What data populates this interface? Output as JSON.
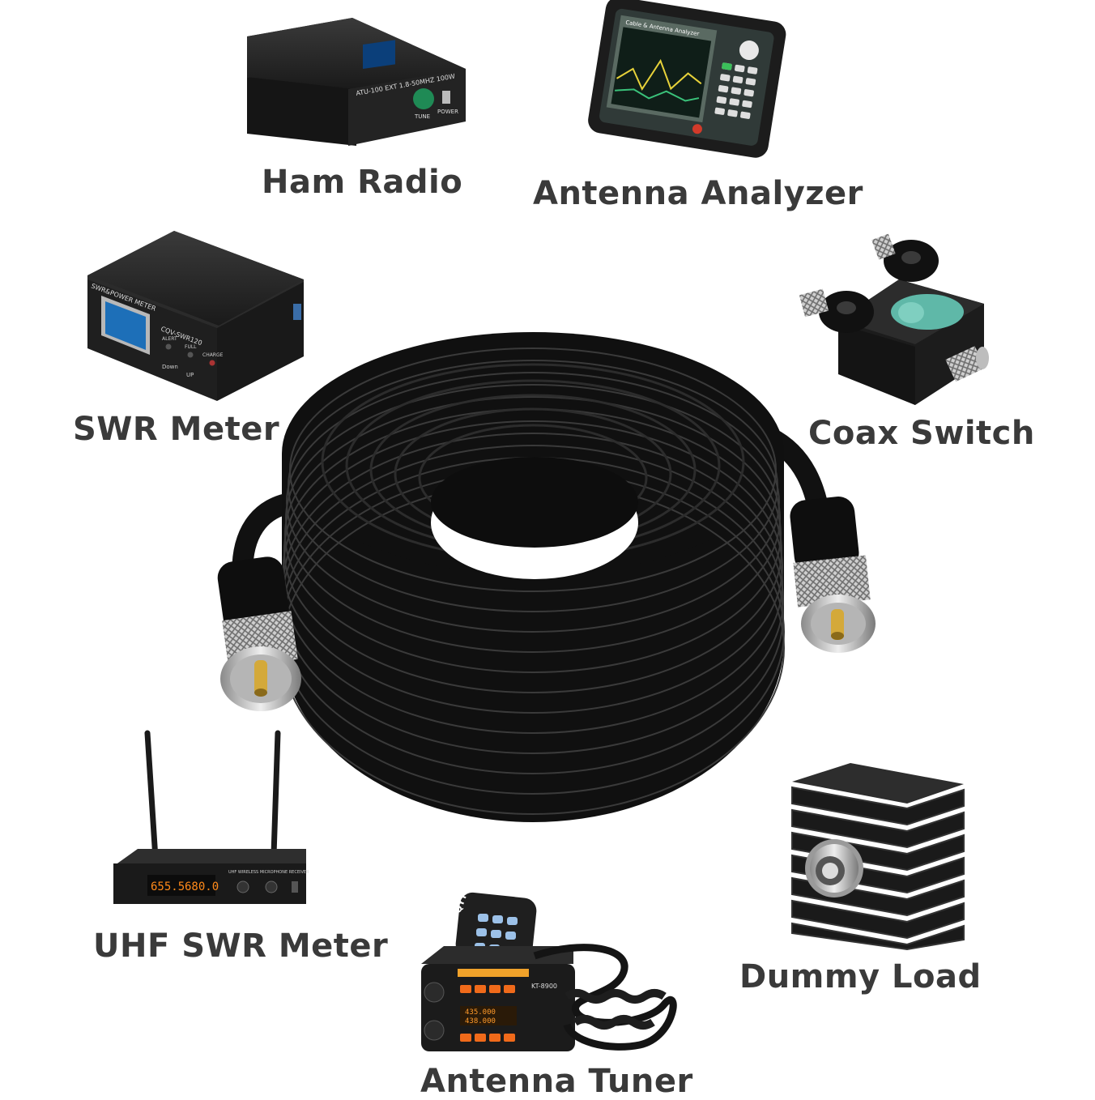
{
  "labels": {
    "ham_radio": "Ham Radio",
    "antenna_analyzer": "Antenna Analyzer",
    "swr_meter": "SWR Meter",
    "coax_switch": "Coax Switch",
    "uhf_swr_meter": "UHF SWR Meter",
    "dummy_load": "Dummy Load",
    "antenna_tuner": "Antenna Tuner"
  },
  "device_text": {
    "ham_radio_panel": "ATU-100 EXT 1.8-50MHZ 100W",
    "ham_radio_tune": "TUNE",
    "ham_radio_power": "POWER",
    "analyzer_title": "Cable & Antenna Analyzer",
    "swr_panel": "SWR&POWER METER",
    "swr_model": "CQV-SWR120",
    "swr_alert": "ALERT",
    "swr_full": "FULL",
    "swr_charge": "CHARGE",
    "swr_down": "Down",
    "swr_up": "UP",
    "uhf_display_a": "655.5",
    "uhf_display_b": "680.0",
    "uhf_panel": "UHF WIRELESS MICROPHONE RECEIVER",
    "tuner_brand": "QYT",
    "tuner_model": "KT-8900",
    "tuner_freq_a": "435.000",
    "tuner_freq_b": "438.000"
  },
  "colors": {
    "label_text": "#3a3a3a",
    "cable": "#141414",
    "device_body": "#1e1e1e",
    "connector_metal": "#c8c8c8",
    "connector_pin": "#d4a93a",
    "coax_switch_knob": "#5fb8a8",
    "display_amber": "#ff8a1a"
  }
}
